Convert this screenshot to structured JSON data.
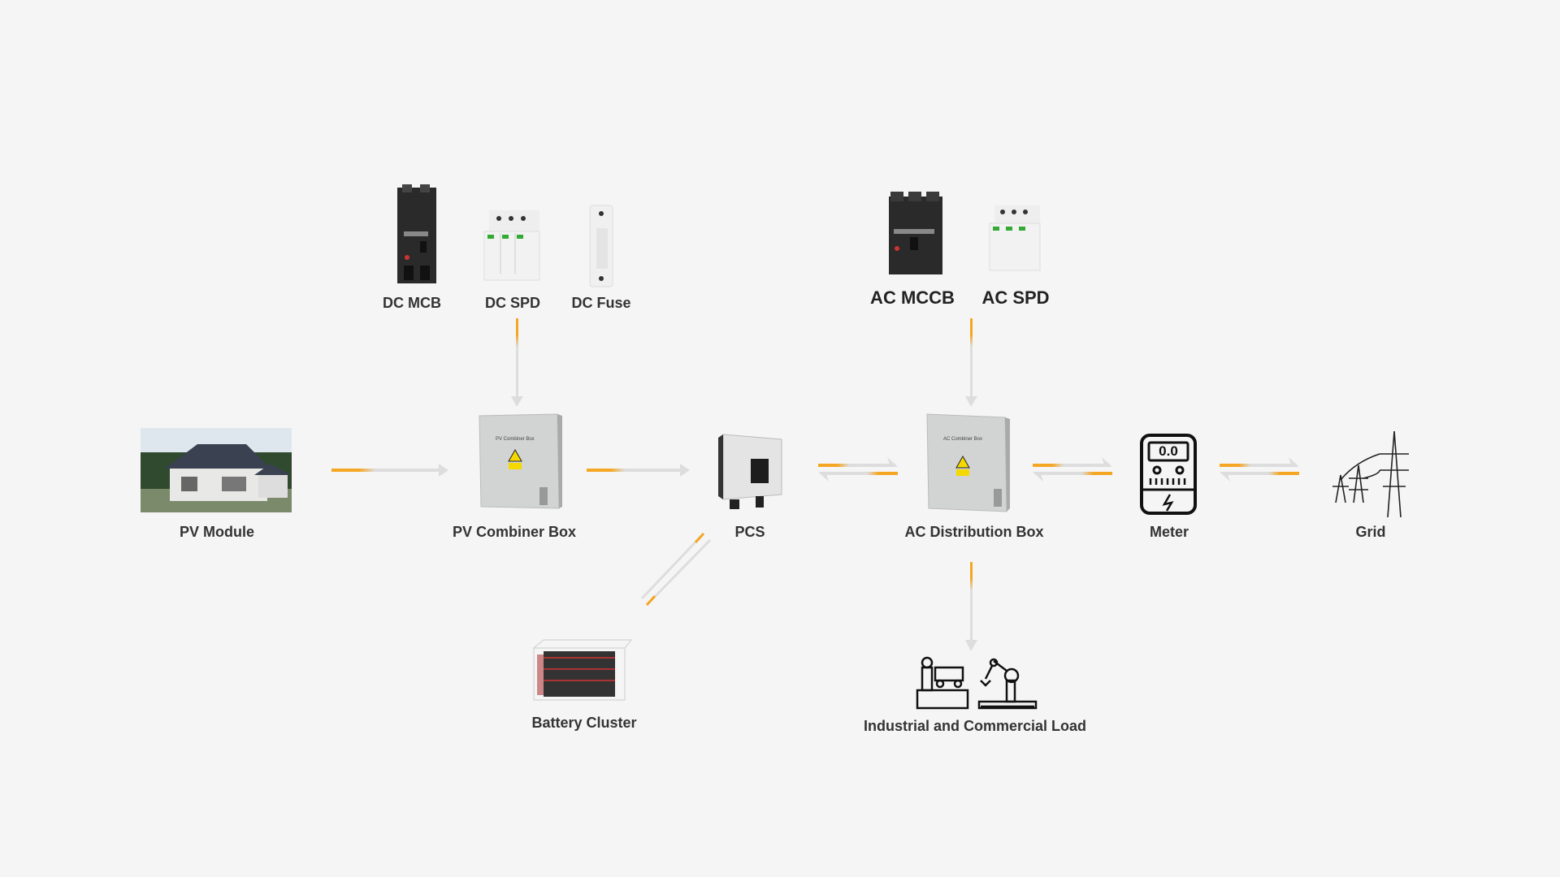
{
  "components": {
    "dc_mcb": "DC MCB",
    "dc_spd": "DC SPD",
    "dc_fuse": "DC Fuse",
    "ac_mccb": "AC MCCB",
    "ac_spd": "AC SPD",
    "pv_module": "PV Module",
    "pv_combiner_box": "PV Combiner Box",
    "pcs": "PCS",
    "ac_distribution_box": "AC Distribution Box",
    "meter": "Meter",
    "grid": "Grid",
    "battery_cluster": "Battery Cluster",
    "load": "Industrial and  Commercial Load"
  },
  "meter_display": "0.0",
  "colors": {
    "background": "#f5f5f5",
    "arrow": "#dddddd",
    "accent": "#f5a623",
    "label": "#333333"
  }
}
